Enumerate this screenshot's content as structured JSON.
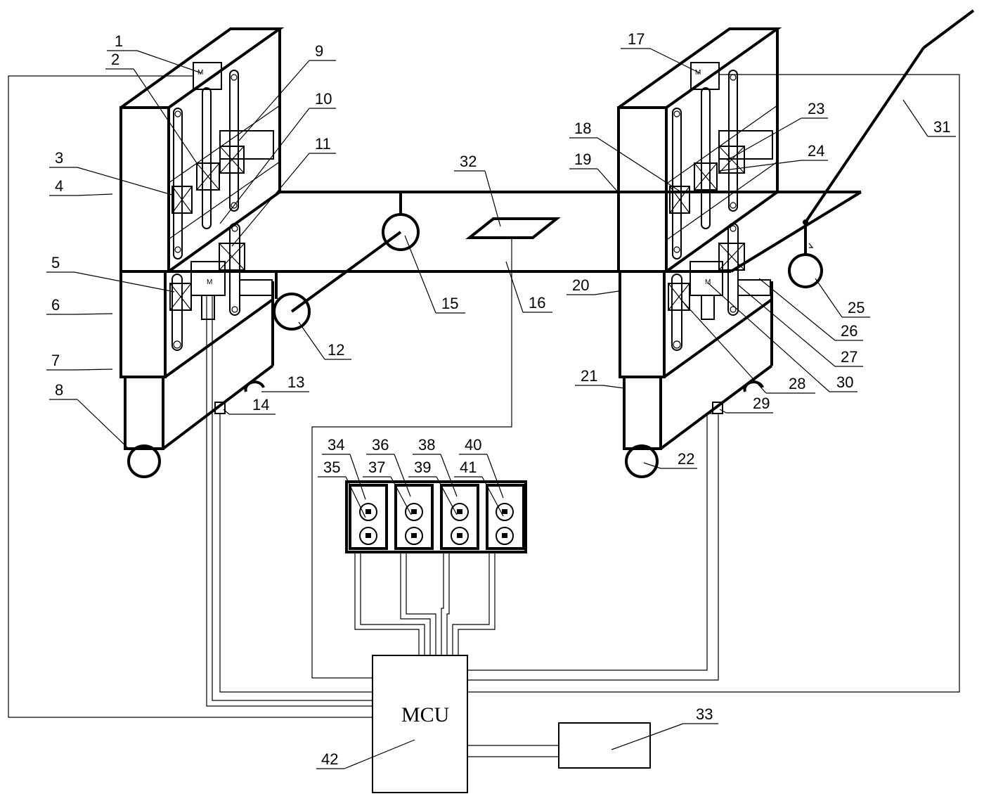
{
  "diagram": {
    "mcu_label": "MCU",
    "motor_symbol": "M",
    "callouts": [
      "1",
      "2",
      "3",
      "4",
      "5",
      "6",
      "7",
      "8",
      "9",
      "10",
      "11",
      "12",
      "13",
      "14",
      "15",
      "16",
      "17",
      "18",
      "19",
      "20",
      "21",
      "22",
      "23",
      "24",
      "25",
      "26",
      "27",
      "28",
      "29",
      "30",
      "31",
      "32",
      "33",
      "34",
      "35",
      "36",
      "37",
      "38",
      "39",
      "40",
      "41",
      "42"
    ]
  }
}
